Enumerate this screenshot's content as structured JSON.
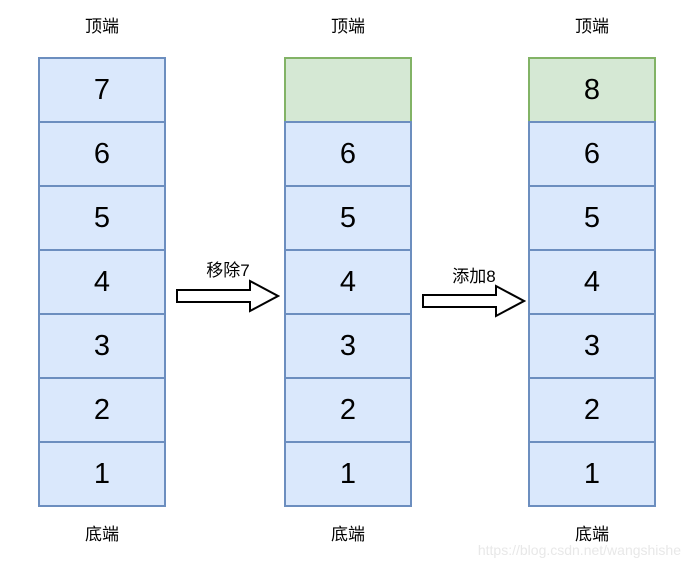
{
  "diagram": {
    "description": "stack push/pop operation diagram",
    "stacks": [
      {
        "name": "initial",
        "top_label": "顶端",
        "bottom_label": "底端",
        "cells": [
          "7",
          "6",
          "5",
          "4",
          "3",
          "2",
          "1"
        ],
        "highlight_top_cell": false
      },
      {
        "name": "after-pop",
        "top_label": "顶端",
        "bottom_label": "底端",
        "cells": [
          "",
          "6",
          "5",
          "4",
          "3",
          "2",
          "1"
        ],
        "highlight_top_cell": true
      },
      {
        "name": "after-push",
        "top_label": "顶端",
        "bottom_label": "底端",
        "cells": [
          "8",
          "6",
          "5",
          "4",
          "3",
          "2",
          "1"
        ],
        "highlight_top_cell": true
      }
    ],
    "transitions": [
      {
        "label": "移除7"
      },
      {
        "label": "添加8"
      }
    ],
    "colors": {
      "cell_fill": "#dae8fc",
      "cell_border": "#6c8ebf",
      "highlight_fill": "#d5e8d4",
      "highlight_border": "#82b366",
      "arrow_stroke": "#000000",
      "watermark_text": "#e8e8e8"
    },
    "watermark": "https://blog.csdn.net/wangshishe"
  }
}
